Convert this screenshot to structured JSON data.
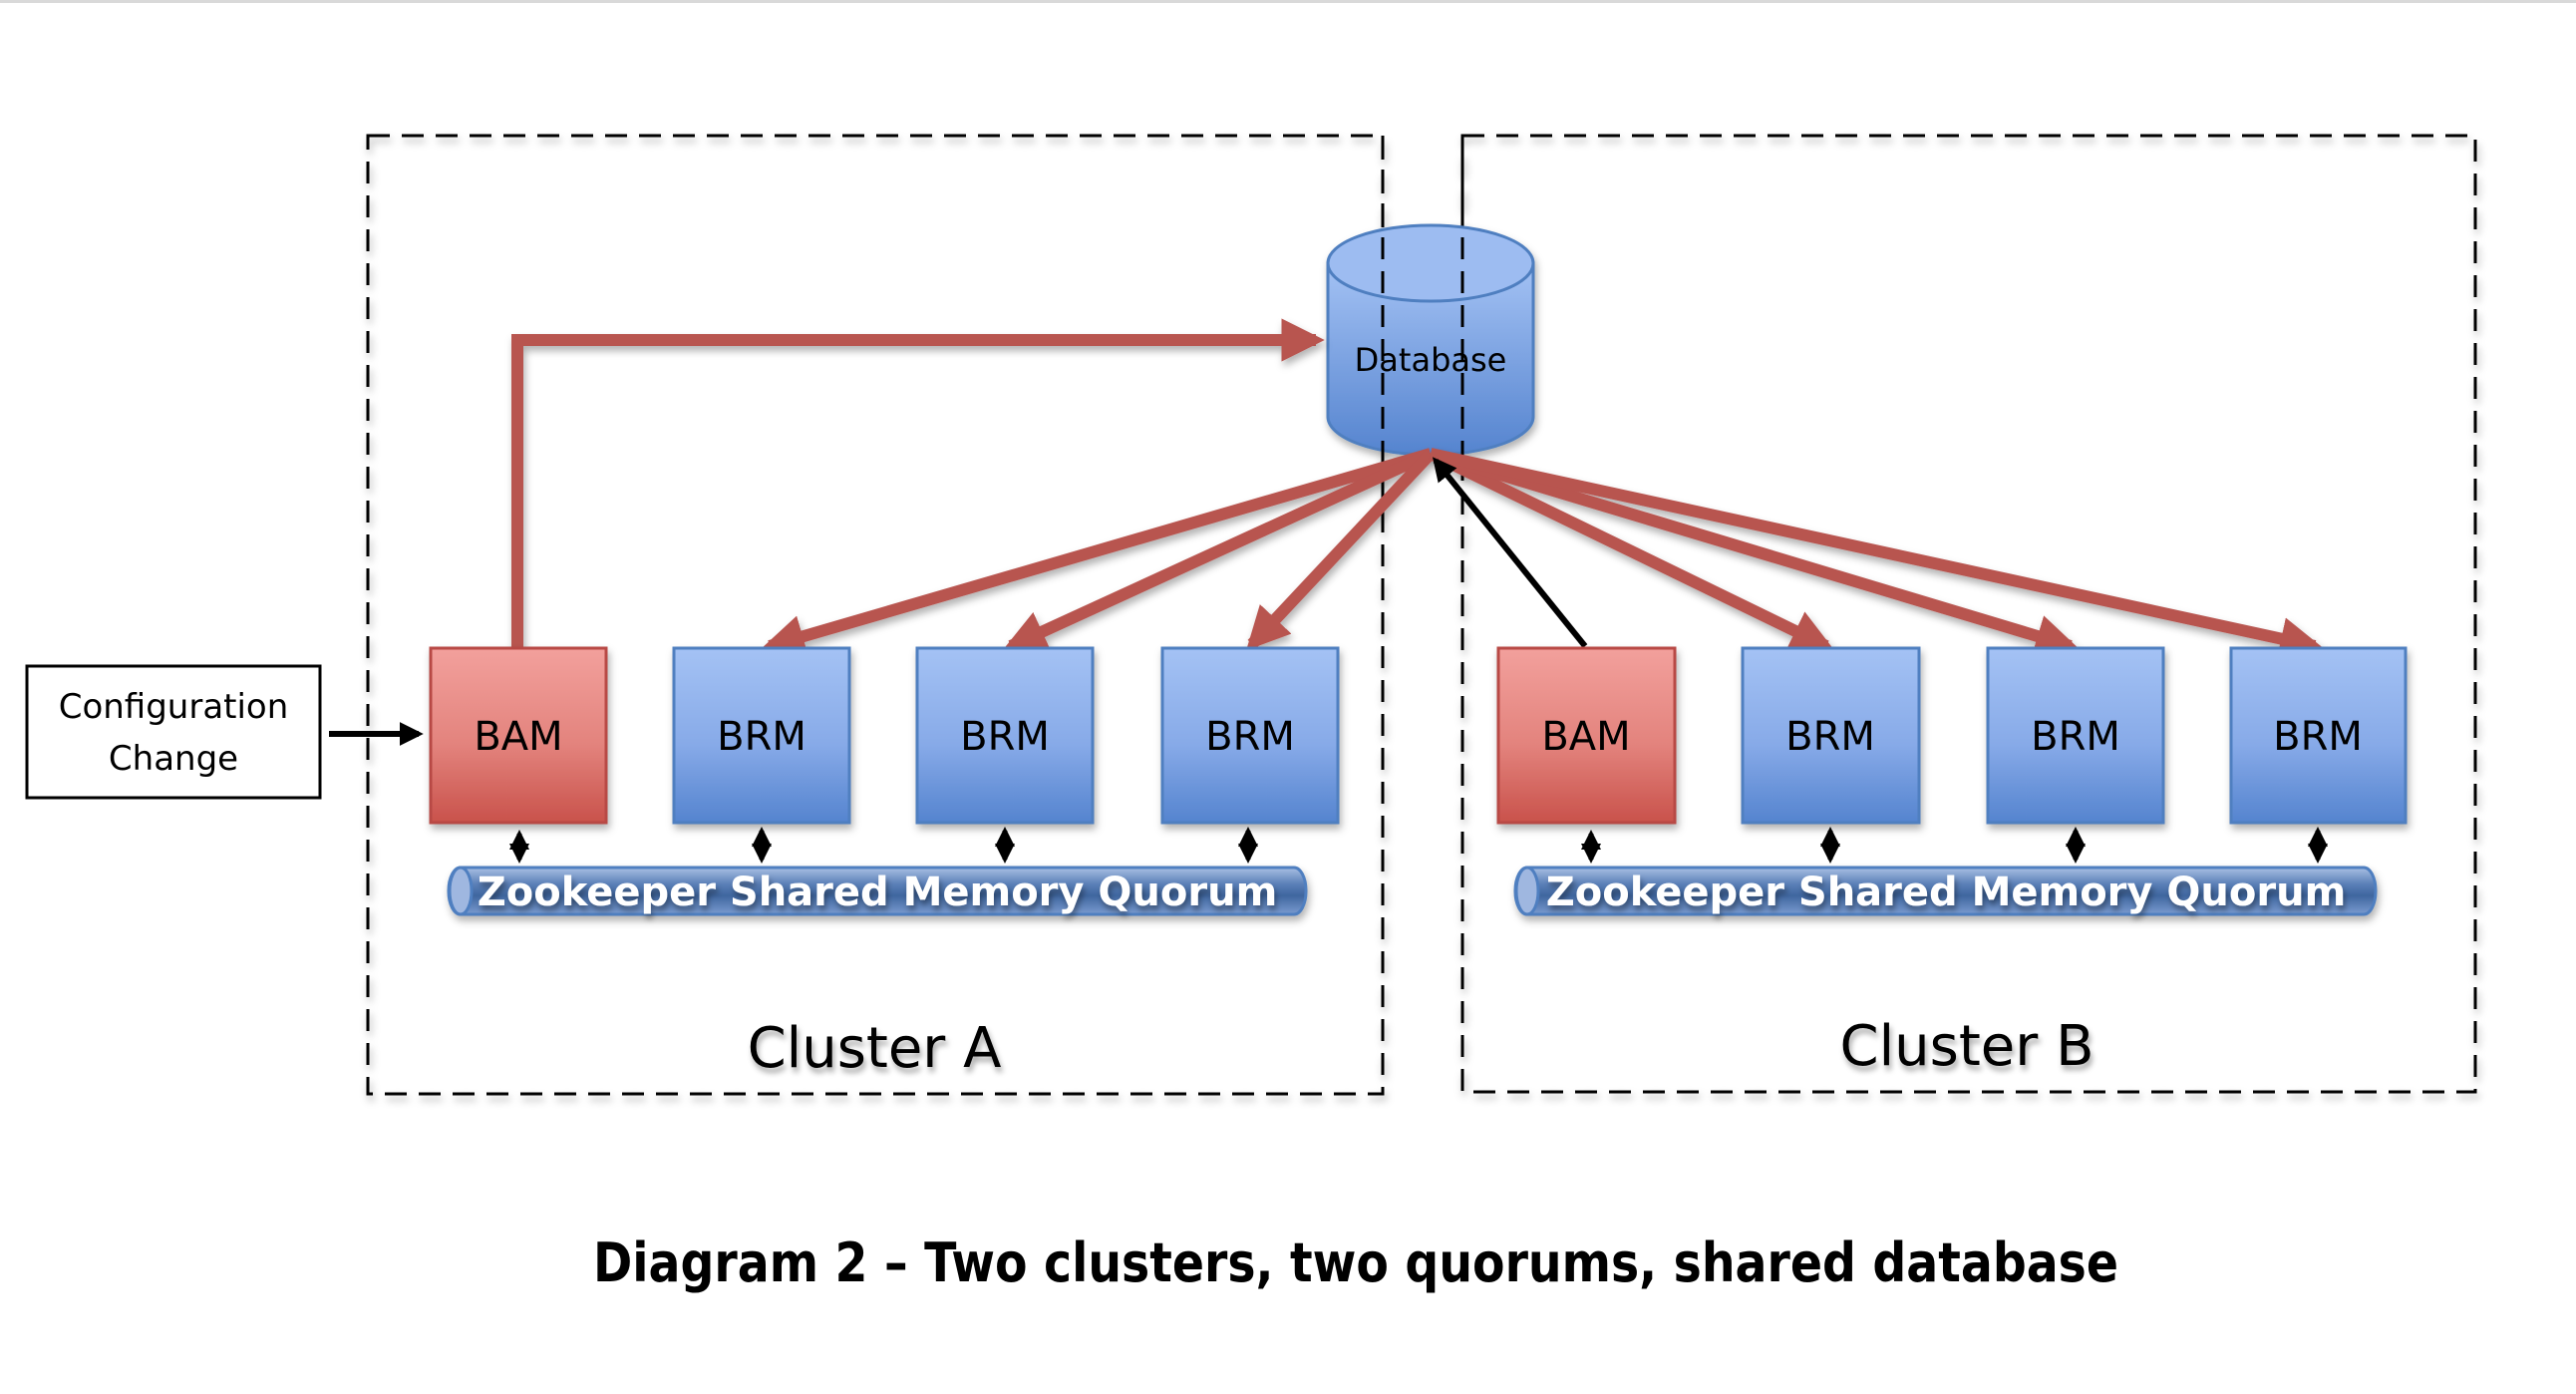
{
  "diagram": {
    "title": "Diagram 2 – Two clusters, two quorums, shared database",
    "database": {
      "label": "Database"
    },
    "config_change": {
      "line1": "Configuration",
      "line2": "Change"
    },
    "clusters": [
      {
        "label": "Cluster A",
        "quorum_label": "Zookeeper Shared Memory Quorum",
        "nodes": [
          {
            "type": "BAM",
            "label": "BAM"
          },
          {
            "type": "BRM",
            "label": "BRM"
          },
          {
            "type": "BRM",
            "label": "BRM"
          },
          {
            "type": "BRM",
            "label": "BRM"
          }
        ]
      },
      {
        "label": "Cluster B",
        "quorum_label": "Zookeeper Shared Memory Quorum",
        "nodes": [
          {
            "type": "BAM",
            "label": "BAM"
          },
          {
            "type": "BRM",
            "label": "BRM"
          },
          {
            "type": "BRM",
            "label": "BRM"
          },
          {
            "type": "BRM",
            "label": "BRM"
          }
        ]
      }
    ],
    "colors": {
      "bam_fill_top": "#f2a09c",
      "bam_fill_bottom": "#c9524b",
      "brm_fill_top": "#a4c2f4",
      "brm_fill_bottom": "#5584cf",
      "red_arrow": "#b85450",
      "node_stroke_blue": "#4f7fc0",
      "node_stroke_red": "#b84a44"
    },
    "edges": [
      {
        "from": "Cluster A BAM",
        "to": "Database",
        "color": "red"
      },
      {
        "from": "Database",
        "to": "Cluster A BRM 1",
        "color": "red"
      },
      {
        "from": "Database",
        "to": "Cluster A BRM 2",
        "color": "red"
      },
      {
        "from": "Database",
        "to": "Cluster A BRM 3",
        "color": "red"
      },
      {
        "from": "Database",
        "to": "Cluster B BRM 1",
        "color": "red"
      },
      {
        "from": "Database",
        "to": "Cluster B BRM 2",
        "color": "red"
      },
      {
        "from": "Database",
        "to": "Cluster B BRM 3",
        "color": "red"
      },
      {
        "from": "Cluster B BAM",
        "to": "Database",
        "color": "black"
      },
      {
        "from": "Configuration Change",
        "to": "Cluster A BAM",
        "color": "black"
      }
    ]
  }
}
